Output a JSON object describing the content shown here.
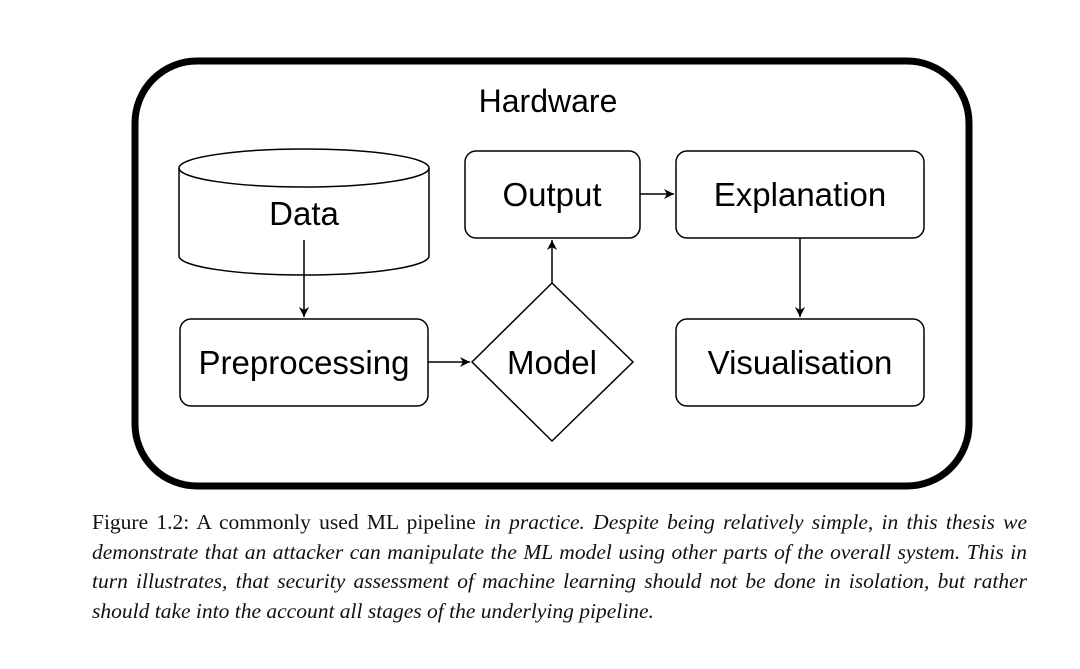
{
  "diagram": {
    "container_label": "Hardware",
    "nodes": {
      "data": "Data",
      "output": "Output",
      "explanation": "Explanation",
      "preprocessing": "Preprocessing",
      "model": "Model",
      "visualisation": "Visualisation"
    },
    "edges": [
      {
        "from": "Data",
        "to": "Preprocessing"
      },
      {
        "from": "Preprocessing",
        "to": "Model"
      },
      {
        "from": "Model",
        "to": "Output"
      },
      {
        "from": "Output",
        "to": "Explanation"
      },
      {
        "from": "Explanation",
        "to": "Visualisation"
      }
    ]
  },
  "caption": {
    "label": "Figure 1.2:",
    "upright_text": "A commonly used ML pipeline",
    "italic_text": "in practice. Despite being relatively simple, in this thesis we demonstrate that an attacker can manipulate the ML model using other parts of the overall system. This in turn illustrates, that security assessment of machine learning should not be done in isolation, but rather should take into the account all stages of the underlying pipeline."
  }
}
